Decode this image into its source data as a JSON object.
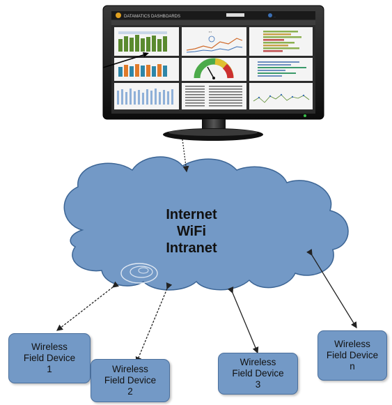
{
  "monitor": {
    "brand_text": "DATAMATICS DASHBOARDS",
    "logo_text": "..."
  },
  "cloud": {
    "lines": [
      "Internet",
      "WiFi",
      "Intranet"
    ]
  },
  "devices": [
    {
      "line1": "Wireless",
      "line2": "Field Device",
      "line3": "1"
    },
    {
      "line1": "Wireless",
      "line2": "Field Device",
      "line3": "2"
    },
    {
      "line1": "Wireless",
      "line2": "Field Device",
      "line3": "3"
    },
    {
      "line1": "Wireless",
      "line2": "Field Device",
      "line3": "n"
    }
  ],
  "colors": {
    "cloud_fill": "#7399c6",
    "cloud_stroke": "#3b6494",
    "device_fill": "#7399c6",
    "screen_bg": "#2b2b2b"
  }
}
